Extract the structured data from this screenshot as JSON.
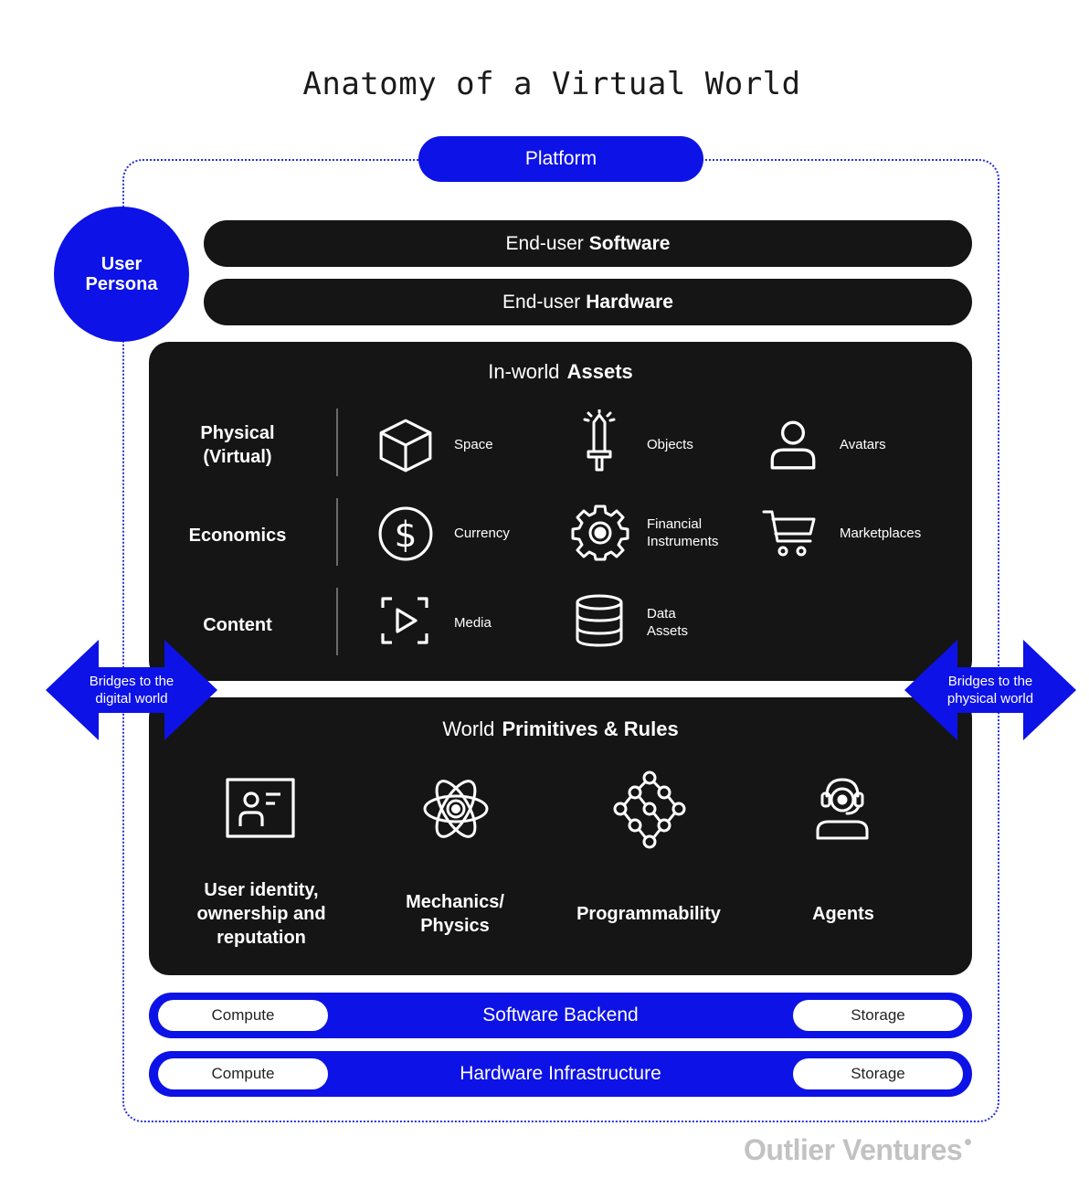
{
  "title": "Anatomy of a Virtual World",
  "platform": "Platform",
  "user_persona": {
    "line1": "User",
    "line2": "Persona"
  },
  "end_user_software": {
    "prefix": "End-user",
    "bold": "Software"
  },
  "end_user_hardware": {
    "prefix": "End-user",
    "bold": "Hardware"
  },
  "in_world_assets": {
    "title_prefix": "In-world",
    "title_bold": "Assets",
    "rows": [
      {
        "label_line1": "Physical",
        "label_line2": "(Virtual)",
        "items": [
          {
            "label": "Space",
            "icon": "cube-icon"
          },
          {
            "label": "Objects",
            "icon": "sword-icon"
          },
          {
            "label": "Avatars",
            "icon": "person-icon"
          }
        ]
      },
      {
        "label_line1": "Economics",
        "label_line2": "",
        "items": [
          {
            "label": "Currency",
            "icon": "dollar-coin-icon"
          },
          {
            "label_line1": "Financial",
            "label_line2": "Instruments",
            "icon": "gear-icon"
          },
          {
            "label": "Marketplaces",
            "icon": "cart-icon"
          }
        ]
      },
      {
        "label_line1": "Content",
        "label_line2": "",
        "items": [
          {
            "label": "Media",
            "icon": "play-frame-icon"
          },
          {
            "label_line1": "Data",
            "label_line2": "Assets",
            "icon": "database-icon"
          }
        ]
      }
    ]
  },
  "world_primitives": {
    "title_prefix": "World",
    "title_bold": "Primitives & Rules",
    "items": [
      {
        "line1": "User identity,",
        "line2": "ownership and",
        "line3": "reputation",
        "icon": "id-card-icon"
      },
      {
        "line1": "Mechanics/",
        "line2": "Physics",
        "icon": "atom-icon"
      },
      {
        "line1": "Programmability",
        "icon": "node-graph-icon"
      },
      {
        "line1": "Agents",
        "icon": "headset-agent-icon"
      }
    ]
  },
  "bridge_digital": {
    "line1": "Bridges to the",
    "line2": "digital world"
  },
  "bridge_physical": {
    "line1": "Bridges to the",
    "line2": "physical world"
  },
  "software_backend": {
    "label": "Software Backend",
    "left": "Compute",
    "right": "Storage"
  },
  "hardware_infrastructure": {
    "label": "Hardware Infrastructure",
    "left": "Compute",
    "right": "Storage"
  },
  "brand": "Outlier Ventures",
  "colors": {
    "accent_blue": "#0d12e6",
    "panel_black": "#151515",
    "logo_gray": "#c2c2c2"
  }
}
